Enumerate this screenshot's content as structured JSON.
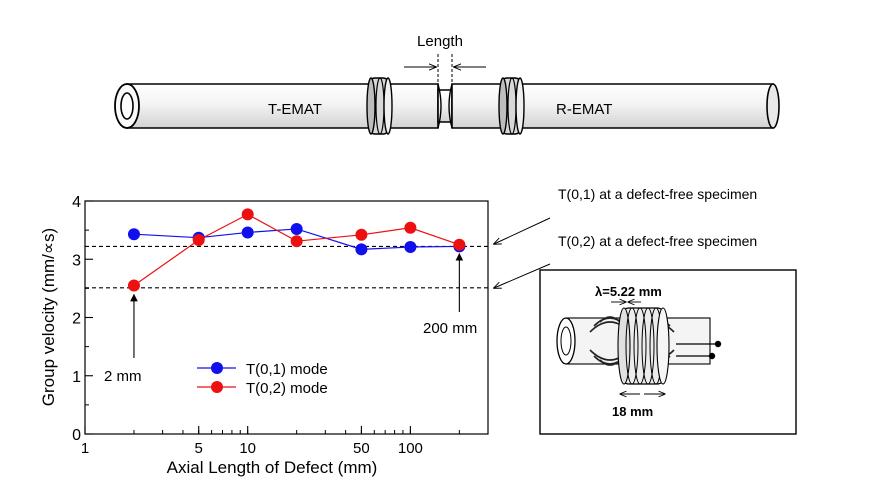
{
  "diagram": {
    "length_label": "Length",
    "transmitter_label": "T-EMAT",
    "receiver_label": "R-EMAT"
  },
  "chart_data": {
    "type": "line",
    "xlabel": "Axial Length of Defect (mm)",
    "ylabel": "Group velocity (mm/∝s)",
    "x_scale": "log",
    "xlim": [
      1,
      300
    ],
    "ylim": [
      0,
      4
    ],
    "x_ticks": [
      1,
      5,
      10,
      50,
      100
    ],
    "y_ticks": [
      0,
      1,
      2,
      3,
      4
    ],
    "grid": false,
    "legend_position": "lower-center",
    "series": [
      {
        "name": "T(0,1) mode",
        "color": "#1010ee",
        "x": [
          2,
          5,
          10,
          20,
          50,
          100,
          200
        ],
        "y": [
          3.43,
          3.37,
          3.46,
          3.52,
          3.17,
          3.21,
          3.22
        ]
      },
      {
        "name": "T(0,2) mode",
        "color": "#ee1010",
        "x": [
          2,
          5,
          10,
          20,
          50,
          100,
          200
        ],
        "y": [
          2.55,
          3.33,
          3.77,
          3.31,
          3.42,
          3.54,
          3.25
        ]
      }
    ],
    "reference_lines": [
      {
        "y": 3.22,
        "label": "T(0,1) at a defect-free specimen"
      },
      {
        "y": 2.51,
        "label": "T(0,2) at a defect-free specimen"
      }
    ],
    "annotations": [
      {
        "x": 2,
        "text": "2 mm"
      },
      {
        "x": 200,
        "text": "200 mm"
      }
    ]
  },
  "inset": {
    "lambda_label": "λ=5.22 mm",
    "width_label": "18 mm"
  }
}
